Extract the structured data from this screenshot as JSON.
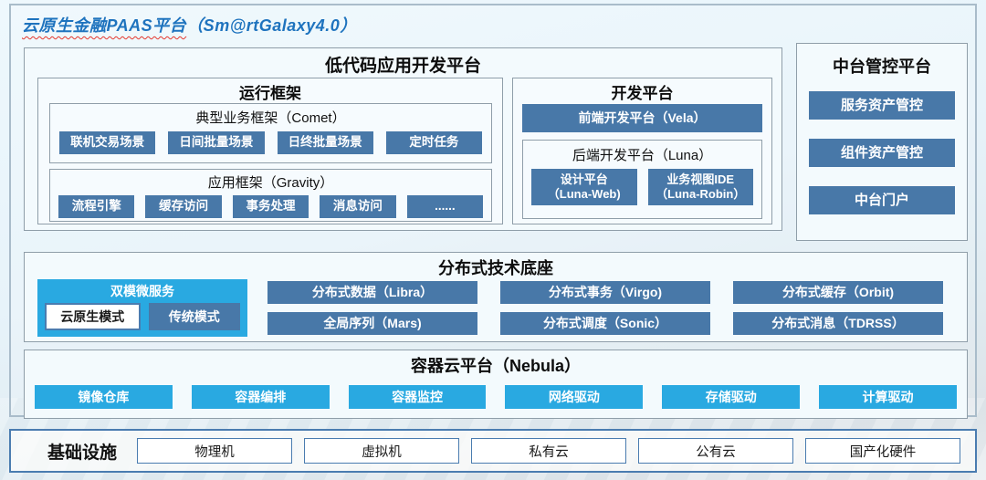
{
  "title": {
    "main": "云原生金融PAAS平台",
    "suffix": "（Sm@rtGalaxy4.0）"
  },
  "colors": {
    "accent_steel_blue": "#4878a8",
    "accent_cyan": "#29a9e1",
    "title_blue": "#1e73be",
    "wavy_underline_red": "#e4372e",
    "panel_border_gray": "#8f9ea9",
    "infra_border_blue": "#4a7cb0"
  },
  "low_code": {
    "title": "低代码应用开发平台",
    "runtime": {
      "title": "运行框架",
      "comet": {
        "title": "典型业务框架（Comet）",
        "items": [
          "联机交易场景",
          "日间批量场景",
          "日终批量场景",
          "定时任务"
        ]
      },
      "gravity": {
        "title": "应用框架（Gravity）",
        "items": [
          "流程引擎",
          "缓存访问",
          "事务处理",
          "消息访问",
          "......"
        ]
      }
    },
    "dev": {
      "title": "开发平台",
      "frontend": "前端开发平台（Vela）",
      "backend": {
        "title": "后端开发平台（Luna）",
        "items": [
          {
            "line1": "设计平台",
            "line2": "（Luna-Web)"
          },
          {
            "line1": "业务视图IDE",
            "line2": "（Luna-Robin）"
          }
        ]
      }
    }
  },
  "middle_platform": {
    "title": "中台管控平台",
    "items": [
      "服务资产管控",
      "组件资产管控",
      "中台门户"
    ]
  },
  "distributed": {
    "title": "分布式技术底座",
    "dual_mode": {
      "title": "双模微服务",
      "modes": [
        "云原生模式",
        "传统模式"
      ]
    },
    "row1": [
      "分布式数据（Libra）",
      "分布式事务（Virgo)",
      "分布式缓存（Orbit)"
    ],
    "row2": [
      "全局序列（Mars)",
      "分布式调度（Sonic）",
      "分布式消息（TDRSS）"
    ]
  },
  "container_cloud": {
    "title": "容器云平台（Nebula）",
    "items": [
      "镜像仓库",
      "容器编排",
      "容器监控",
      "网络驱动",
      "存储驱动",
      "计算驱动"
    ]
  },
  "infrastructure": {
    "title": "基础设施",
    "items": [
      "物理机",
      "虚拟机",
      "私有云",
      "公有云",
      "国产化硬件"
    ]
  }
}
